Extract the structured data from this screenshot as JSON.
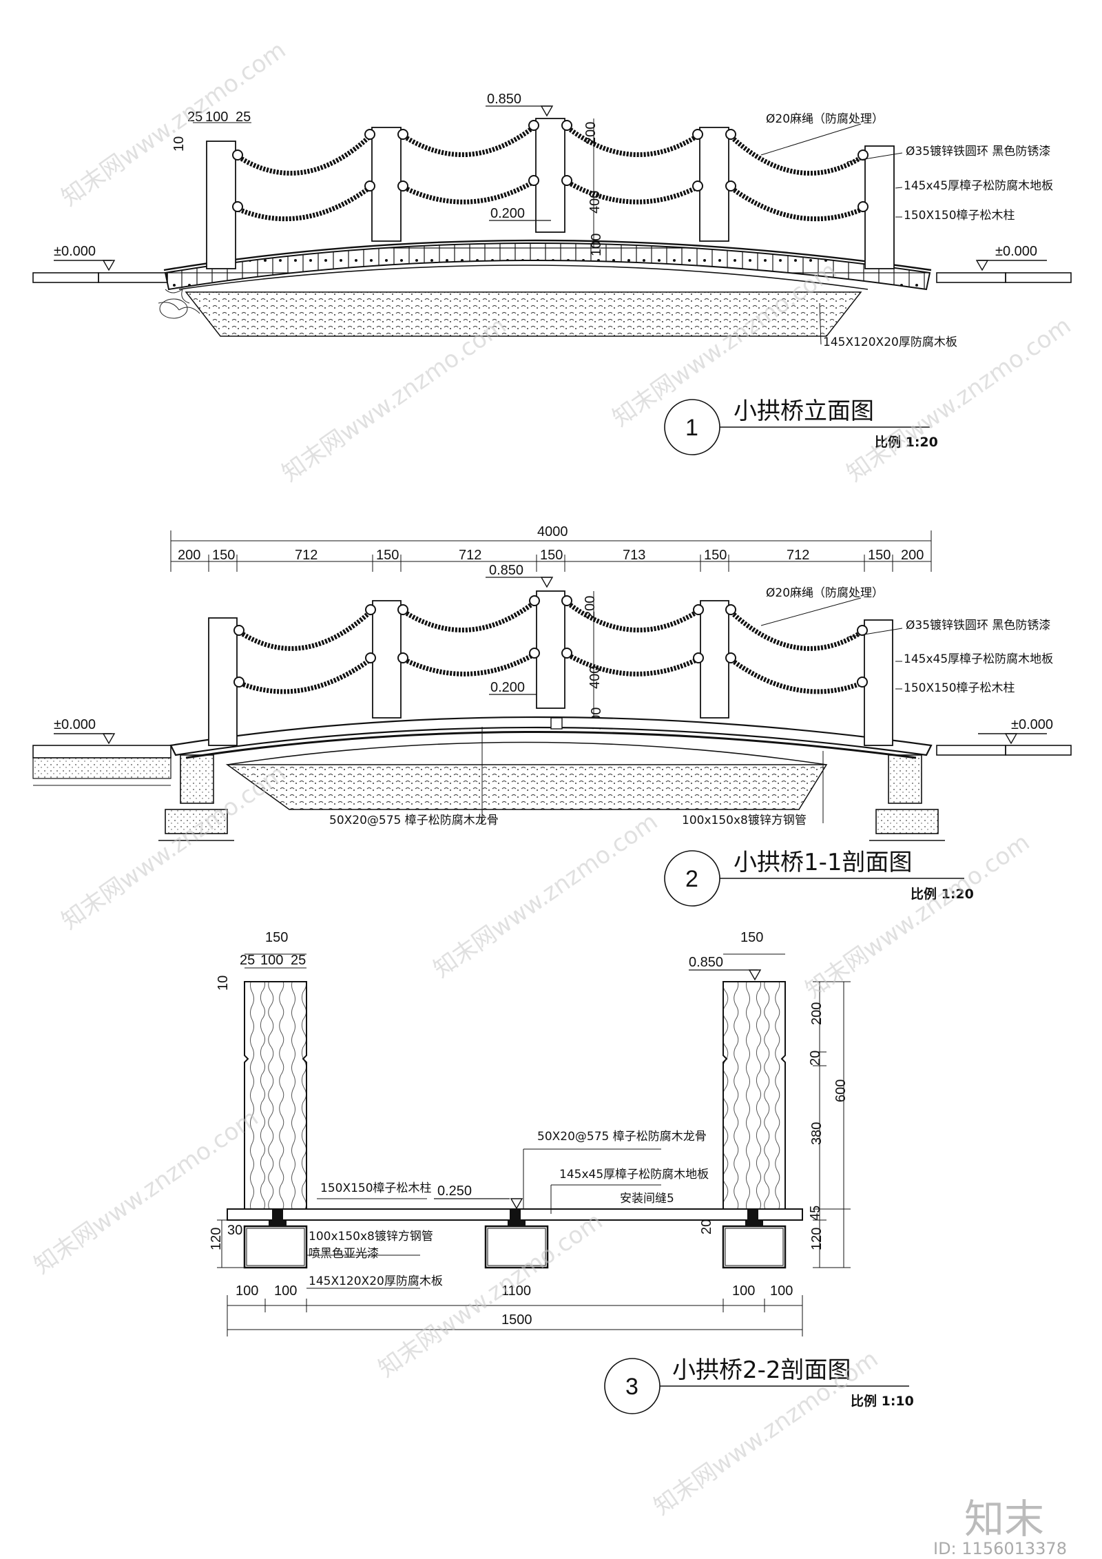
{
  "drawings": [
    {
      "number": "1",
      "title": "小拱桥立面图",
      "scale": "比例 1:20",
      "level_left": "±0.000",
      "level_right": "±0.000",
      "top_level": "0.850",
      "deck_level": "0.200",
      "post_dims": [
        "25",
        "100",
        "25"
      ],
      "dim_10": "10",
      "dim_200": "200",
      "dim_400": "400",
      "dim_100": "100",
      "labels": [
        "Ø20麻绳（防腐处理）",
        "Ø35镀锌铁圆环 黑色防锈漆",
        "145x45厚樟子松防腐木地板",
        "150X150樟子松木柱"
      ],
      "bottom_label": "145X120X20厚防腐木板"
    },
    {
      "number": "2",
      "title": "小拱桥1-1剖面图",
      "scale": "比例 1:20",
      "total": "4000",
      "segments": [
        "200",
        "150",
        "712",
        "150",
        "712",
        "150",
        "713",
        "150",
        "712",
        "150",
        "200"
      ],
      "top_level": "0.850",
      "deck_level": "0.200",
      "level_left": "±0.000",
      "level_right": "±0.000",
      "dim_200": "200",
      "dim_400": "400",
      "dim_100": "100",
      "labels": [
        "Ø20麻绳（防腐处理）",
        "Ø35镀锌铁圆环 黑色防锈漆",
        "145x45厚樟子松防腐木地板",
        "150X150樟子松木柱"
      ],
      "bottom_left": "50X20@575 樟子松防腐木龙骨",
      "bottom_right": "100x150x8镀锌方钢管"
    },
    {
      "number": "3",
      "title": "小拱桥2-2剖面图",
      "scale": "比例 1:10",
      "top_150_left": "150",
      "top_150_right": "150",
      "post_dims": [
        "25",
        "100",
        "25"
      ],
      "dim_10": "10",
      "level_top": "0.850",
      "level_deck": "0.250",
      "right_dims": [
        "200",
        "20",
        "380",
        "45",
        "120"
      ],
      "right_total": "600",
      "left_dims": [
        "30",
        "120"
      ],
      "mid_dim": "20",
      "labels": [
        "50X20@575 樟子松防腐木龙骨",
        "145x45厚樟子松防腐木地板",
        "安装间缝5",
        "150X150樟子松木柱"
      ],
      "pipe_label": "100x150x8镀锌方钢管",
      "pipe_label2": "喷黑色亚光漆",
      "board_label": "145X120X20厚防腐木板",
      "bottom_dims": [
        "100",
        "100",
        "1100",
        "100",
        "100"
      ],
      "bottom_total": "1500"
    }
  ],
  "watermark": {
    "text": "知末网www.znzmo.com",
    "brand": "知末",
    "id_text": "ID: 1156013378"
  }
}
